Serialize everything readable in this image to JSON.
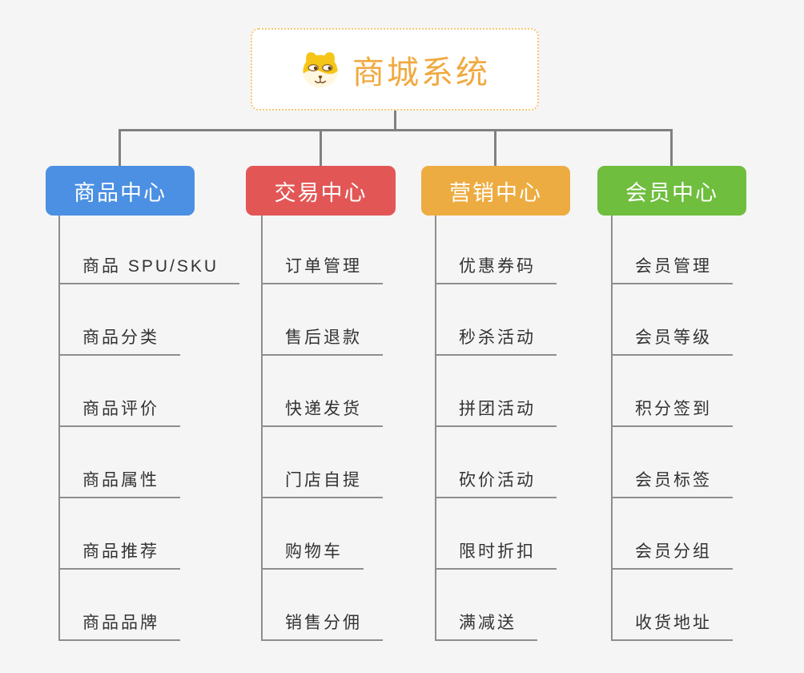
{
  "diagram": {
    "type": "mindmap-org-chart"
  },
  "root": {
    "title": "商城系统",
    "icon": "dog-face-icon"
  },
  "branches": [
    {
      "label": "商品中心",
      "color": "#4B90E2",
      "children": [
        "商品 SPU/SKU",
        "商品分类",
        "商品评价",
        "商品属性",
        "商品推荐",
        "商品品牌"
      ]
    },
    {
      "label": "交易中心",
      "color": "#E25756",
      "children": [
        "订单管理",
        "售后退款",
        "快递发货",
        "门店自提",
        "购物车",
        "销售分佣"
      ]
    },
    {
      "label": "营销中心",
      "color": "#EDAC41",
      "children": [
        "优惠券码",
        "秒杀活动",
        "拼团活动",
        "砍价活动",
        "限时折扣",
        "满减送"
      ]
    },
    {
      "label": "会员中心",
      "color": "#6FBE3E",
      "children": [
        "会员管理",
        "会员等级",
        "积分签到",
        "会员标签",
        "会员分组",
        "收货地址"
      ]
    }
  ],
  "colors": {
    "bg": "#F5F5F5",
    "accent": "#F0A93F",
    "root-border": "#F6C772",
    "line": "#808080",
    "leaf-line": "#8E8E8E",
    "text": "#333333"
  }
}
